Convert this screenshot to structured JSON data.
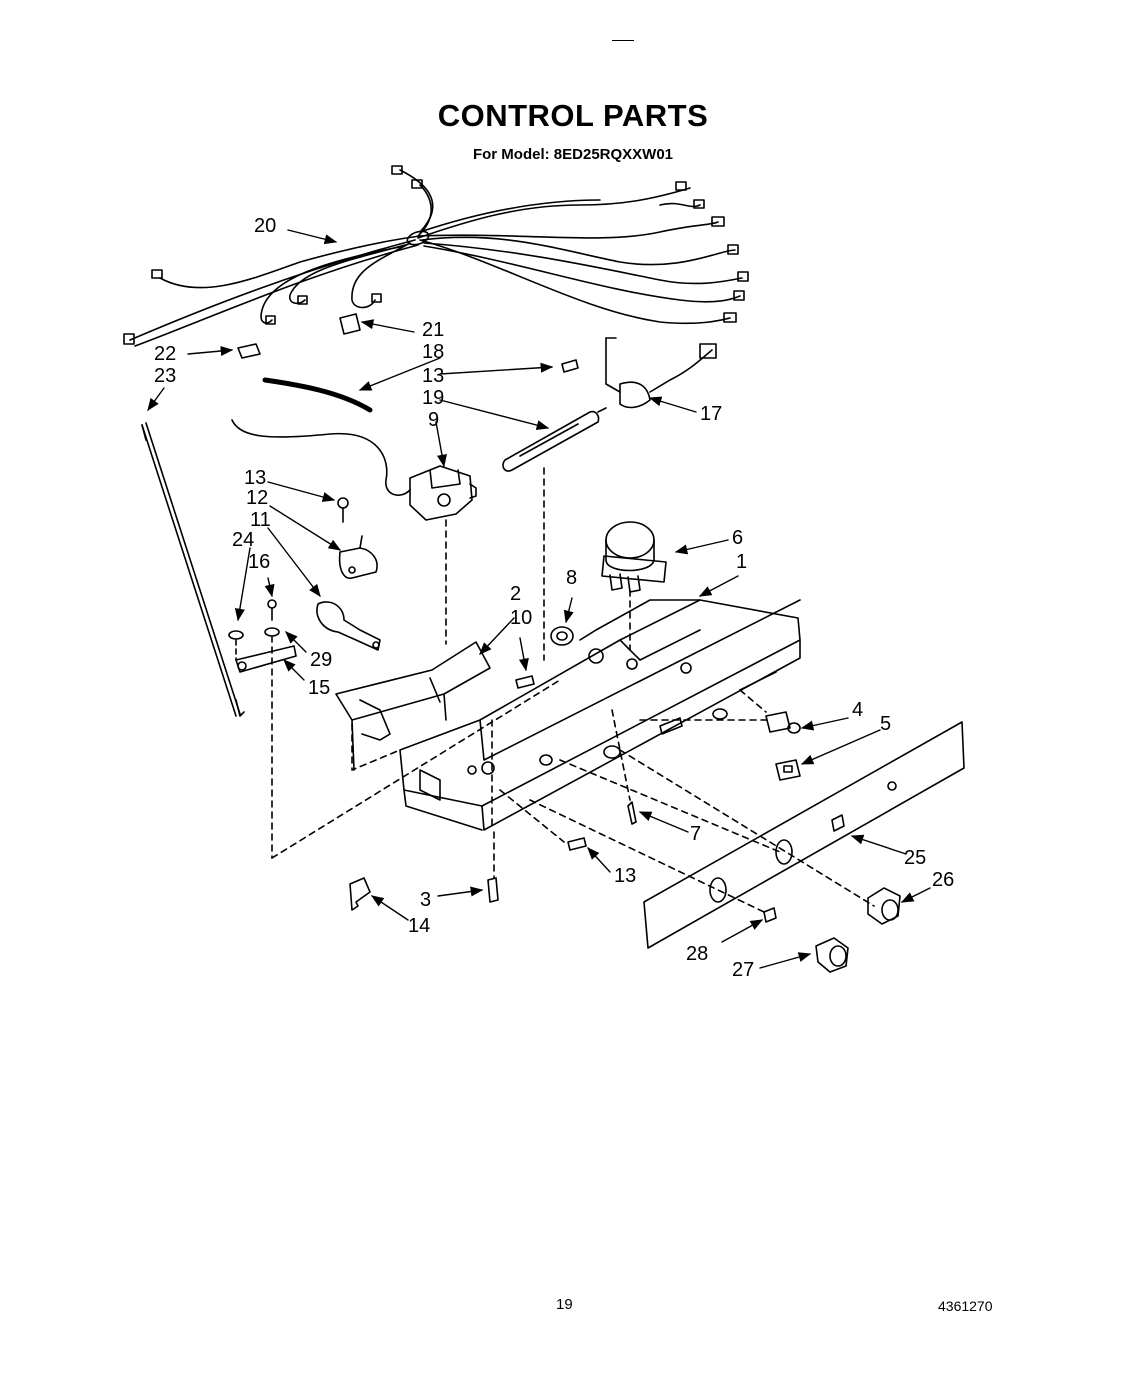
{
  "header": {
    "title": "CONTROL PARTS",
    "subtitle": "For Model: 8ED25RQXXW01"
  },
  "callouts": {
    "n1": "1",
    "n2": "2",
    "n3": "3",
    "n4": "4",
    "n5": "5",
    "n6": "6",
    "n7": "7",
    "n8": "8",
    "n9": "9",
    "n10": "10",
    "n11": "11",
    "n12": "12",
    "n13a": "13",
    "n13b": "13",
    "n13c": "13",
    "n14": "14",
    "n15": "15",
    "n16": "16",
    "n17": "17",
    "n18": "18",
    "n19": "19",
    "n20": "20",
    "n21": "21",
    "n22": "22",
    "n23": "23",
    "n24": "24",
    "n25": "25",
    "n26": "26",
    "n27": "27",
    "n28": "28",
    "n29": "29"
  },
  "footer": {
    "page_number": "19",
    "document_number": "4361270"
  }
}
